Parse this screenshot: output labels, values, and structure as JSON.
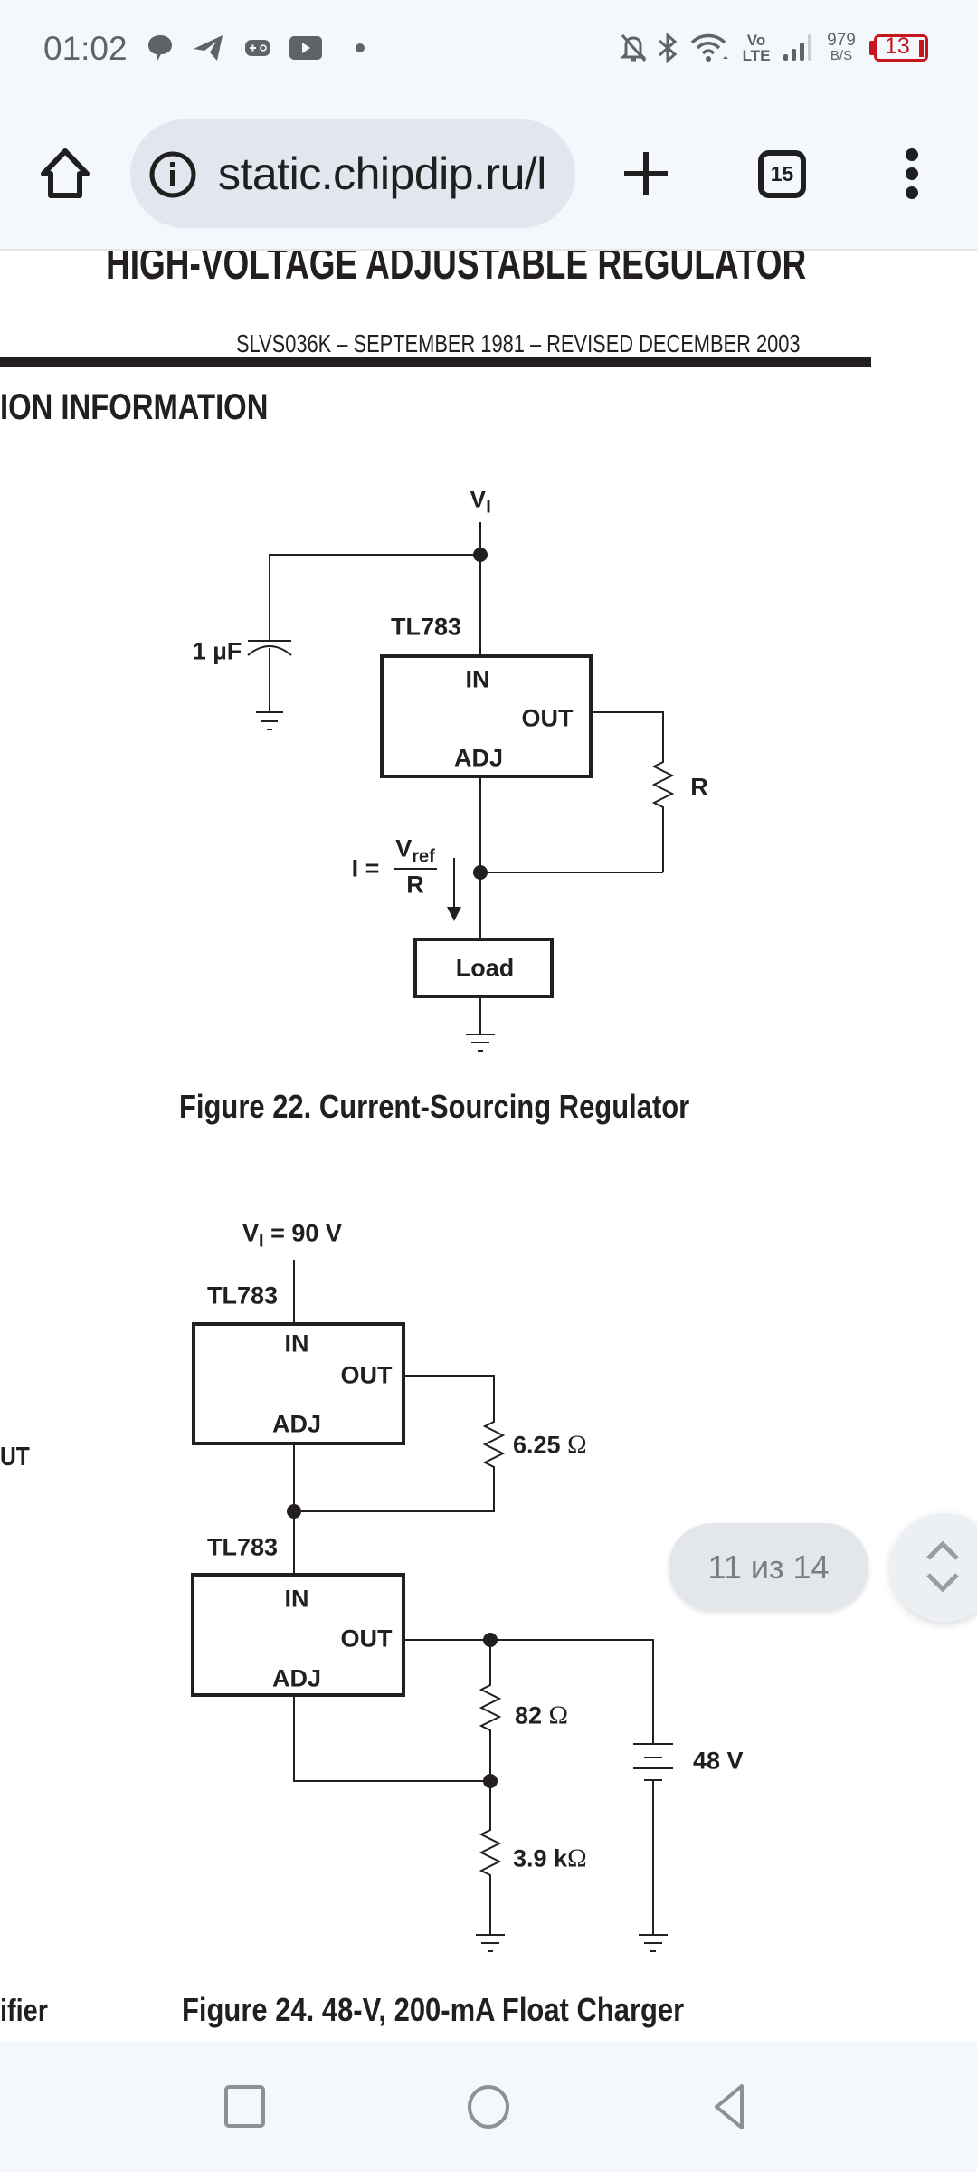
{
  "status_bar": {
    "time": "01:02",
    "left_icons": [
      "chat-bubble-icon",
      "telegram-icon",
      "gamepad-icon",
      "youtube-icon",
      "notification-dot-icon"
    ],
    "right_icons": [
      "bell-off-icon",
      "bluetooth-icon",
      "wifi-icon",
      "volte-icon",
      "signal-icon",
      "network-speed",
      "battery-icon"
    ],
    "volte_top": "Vo",
    "volte_bottom": "LTE",
    "net_speed_value": "979",
    "net_speed_unit": "B/S",
    "battery_level": "13",
    "battery_color": "#c5161d"
  },
  "toolbar": {
    "home_icon": "home-icon",
    "site_info_icon": "info-icon",
    "url": "static.chipdip.ru/l",
    "new_tab_icon": "plus-icon",
    "tab_count": "15",
    "menu_icon": "more-vert-icon"
  },
  "document": {
    "header_title": "HIGH-VOLTAGE ADJUSTABLE REGULATOR",
    "doc_id_line": "SLVS036K – SEPTEMBER 1981 – REVISED DECEMBER 2003",
    "section_heading": "ION INFORMATION",
    "left_fragment_1": "UT",
    "left_fragment_2": "ifier",
    "figure22": {
      "caption": "Figure 22. Current-Sourcing Regulator",
      "vi_label": "V",
      "vi_sub": "I",
      "capacitor_label": "1 µF",
      "ic_label": "TL783",
      "pin_in": "IN",
      "pin_out": "OUT",
      "pin_adj": "ADJ",
      "resistor_label": "R",
      "formula_lhs": "I =",
      "formula_num": "V",
      "formula_num_sub": "ref",
      "formula_den": "R",
      "load_label": "Load"
    },
    "figure24": {
      "caption": "Figure 24. 48-V, 200-mA Float Charger",
      "vi_label": "V",
      "vi_sub": "I",
      "vi_value": " = 90 V",
      "ic1_label": "TL783",
      "ic2_label": "TL783",
      "pin_in": "IN",
      "pin_out": "OUT",
      "pin_adj": "ADJ",
      "r1_value": "6.25 ",
      "r2_value": "82 ",
      "r3_value": "3.9 k",
      "ohm": "Ω",
      "battery_label": "48 V"
    }
  },
  "find_bar": {
    "match_text": "11 из 14",
    "nav_icon": "chevron-up-down-icon"
  },
  "nav_bar": {
    "buttons": [
      "recents-button",
      "home-button",
      "back-button"
    ]
  }
}
